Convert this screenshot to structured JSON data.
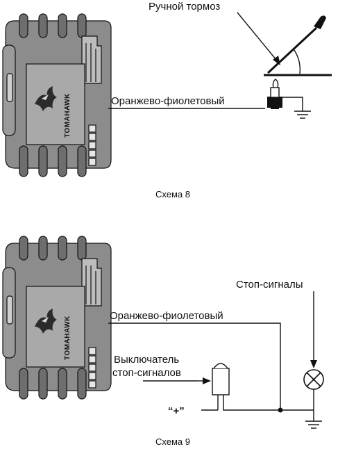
{
  "diagram8": {
    "caption": "Схема 8",
    "wire_label": "Оранжево-фиолетовый",
    "handbrake_label": "Ручной тормоз",
    "brand": "TOMAHAWK"
  },
  "diagram9": {
    "caption": "Схема 9",
    "wire_label": "Оранжево-фиолетовый",
    "stop_lights_label": "Стоп-сигналы",
    "switch_label_line1": "Выключатель",
    "switch_label_line2": "стоп-сигналов",
    "plus_label": "“+”",
    "brand": "TOMAHAWK"
  }
}
